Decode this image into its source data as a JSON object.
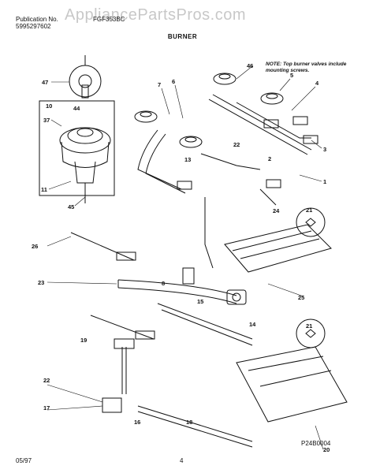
{
  "header": {
    "publication_label": "Publication No.",
    "publication_number": "5995297602",
    "model_number": "FGF353BC",
    "section_title": "BURNER"
  },
  "watermark": "AppliancePartsPros.com",
  "note": "NOTE: Top burner valves include mounting screws.",
  "diagram_code": "P24B0004",
  "footer": {
    "date": "05/97",
    "page": "4"
  },
  "callouts": [
    "47",
    "10",
    "44",
    "37",
    "11",
    "45",
    "46",
    "7",
    "6",
    "5",
    "4",
    "3",
    "2",
    "1",
    "22",
    "13",
    "24",
    "21",
    "26",
    "23",
    "8",
    "15",
    "14",
    "25",
    "19",
    "22",
    "17",
    "16",
    "18",
    "21",
    "20"
  ]
}
